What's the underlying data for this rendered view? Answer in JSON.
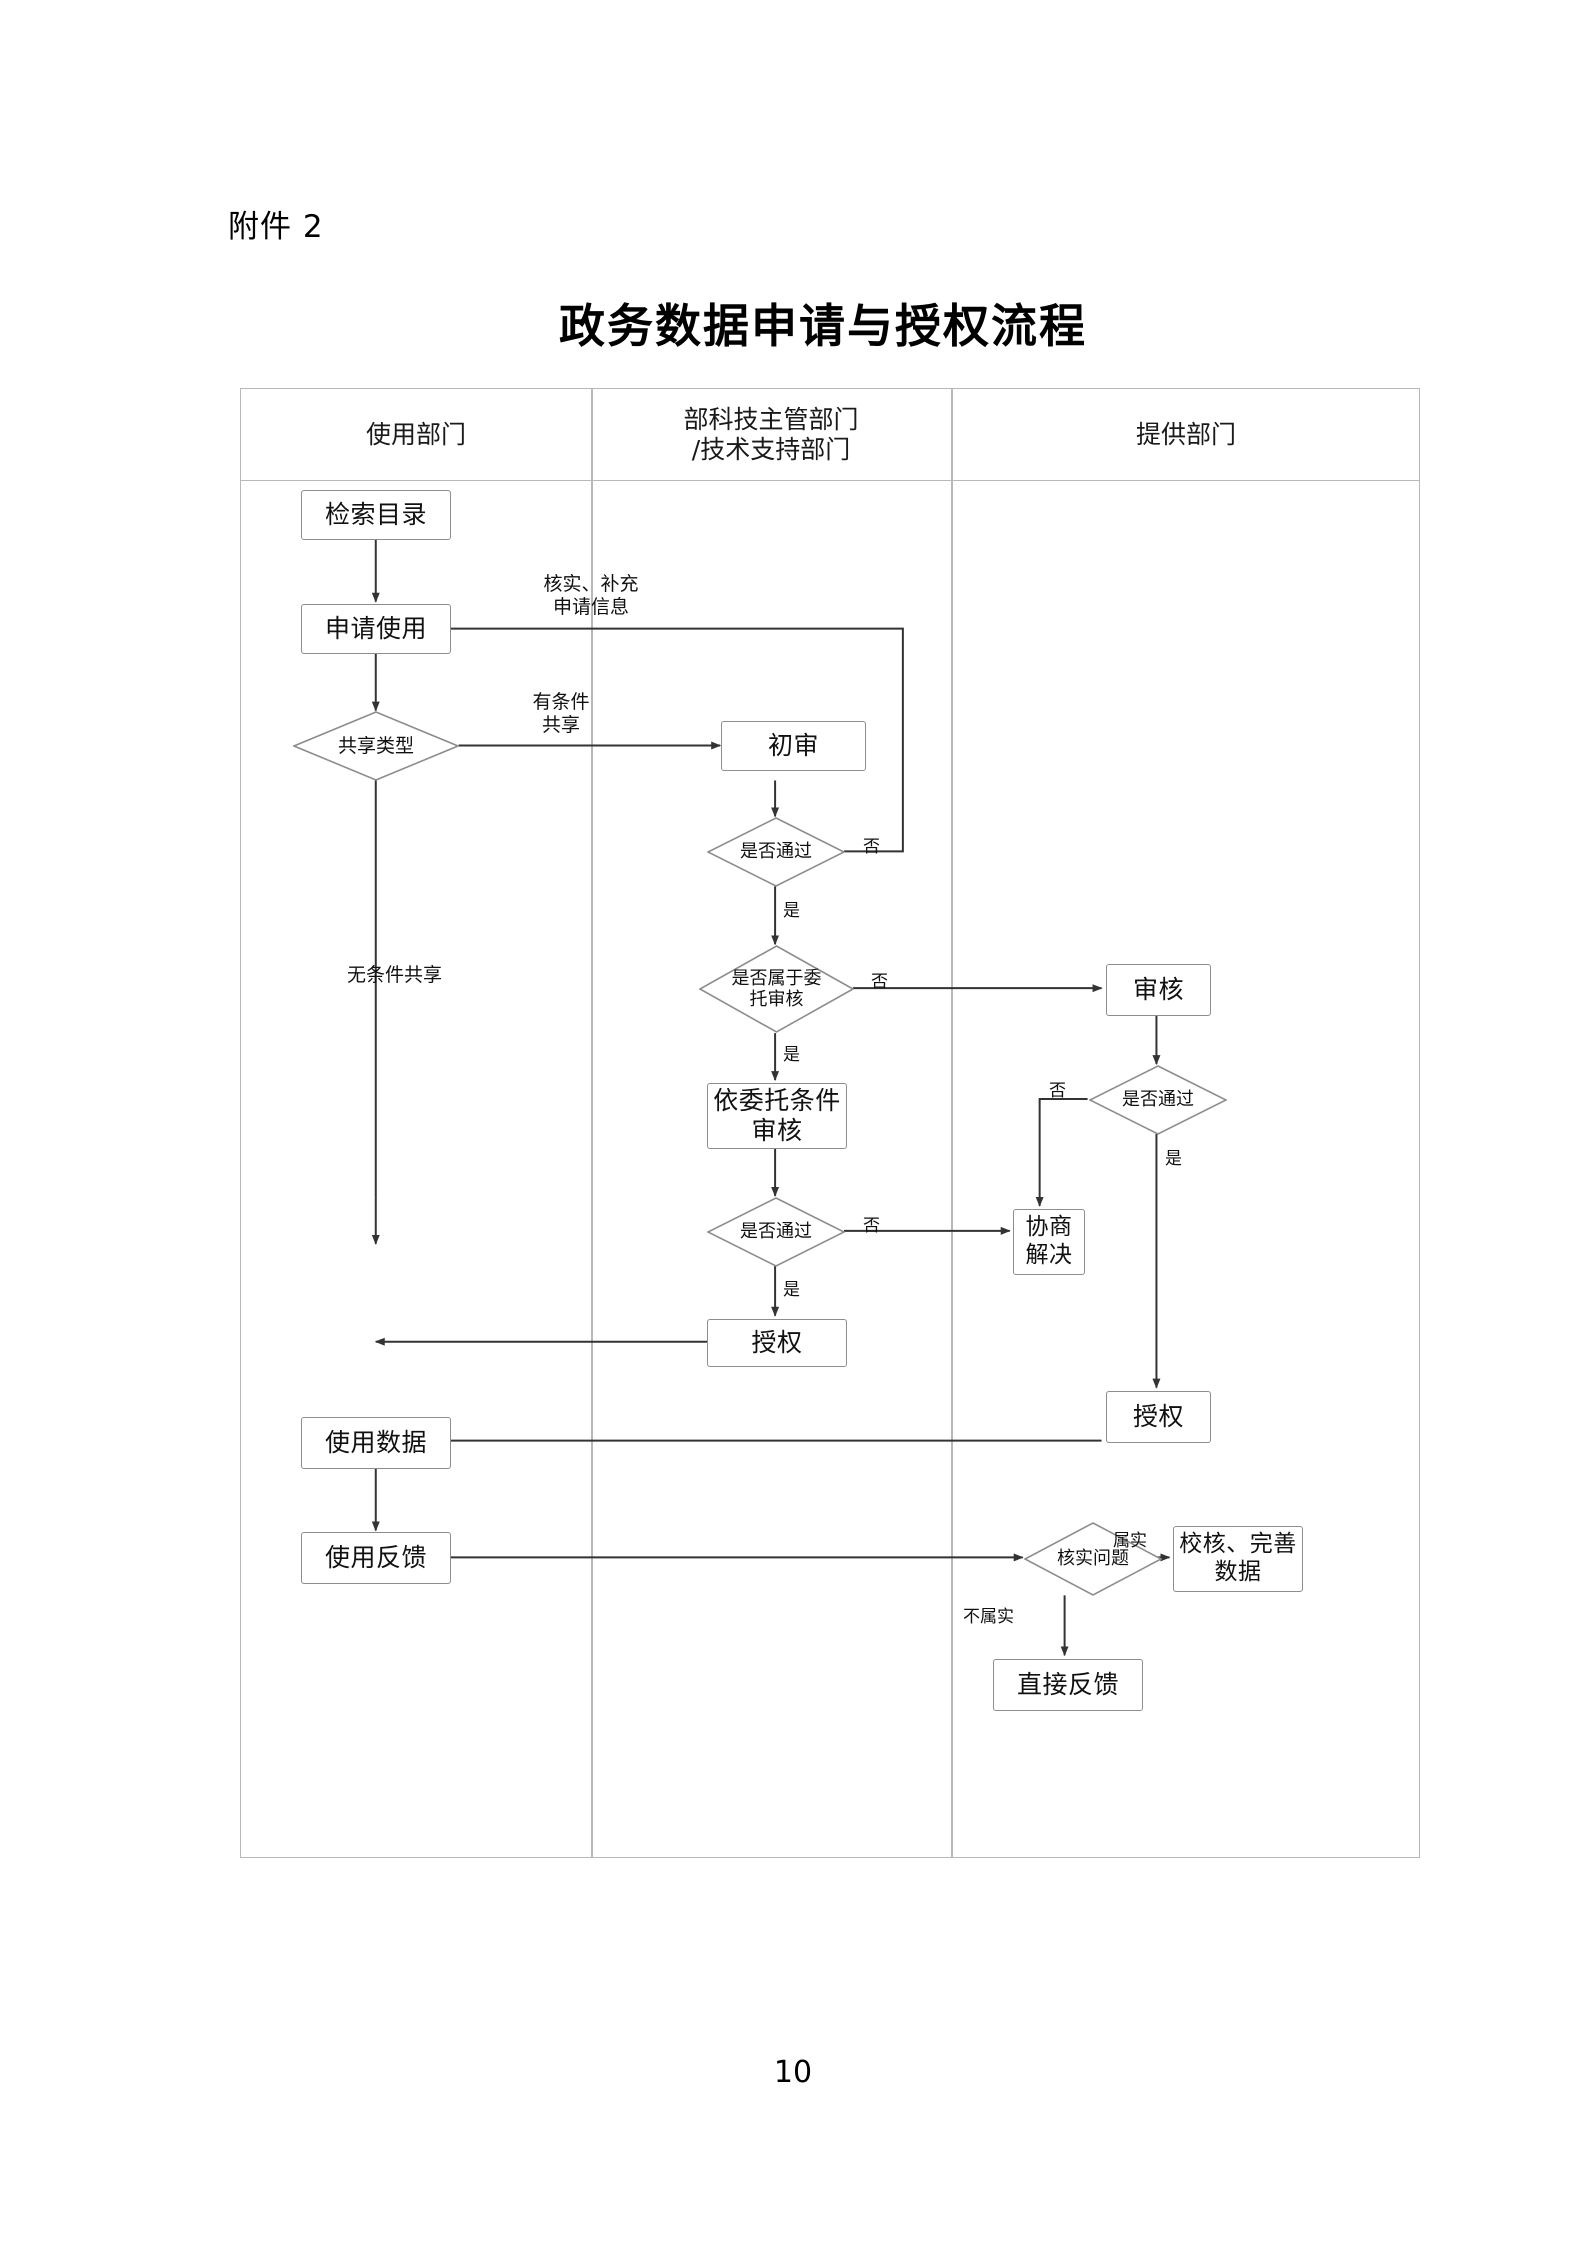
{
  "document": {
    "attachment_label": "附件 2",
    "title": "政务数据申请与授权流程",
    "page_number": "10"
  },
  "lanes": [
    {
      "id": "user-dept",
      "label": "使用部门"
    },
    {
      "id": "ministry-tech-dept",
      "label": "部科技主管部门\n/技术支持部门"
    },
    {
      "id": "provider-dept",
      "label": "提供部门"
    }
  ],
  "chart_data": {
    "type": "diagram",
    "title": "政务数据申请与授权流程",
    "lanes": [
      "使用部门",
      "部科技主管部门/技术支持部门",
      "提供部门"
    ],
    "nodes": [
      {
        "id": "n1",
        "lane": 0,
        "shape": "process",
        "label": "检索目录"
      },
      {
        "id": "n2",
        "lane": 0,
        "shape": "process",
        "label": "申请使用"
      },
      {
        "id": "n3",
        "lane": 0,
        "shape": "decision",
        "label": "共享类型"
      },
      {
        "id": "n4",
        "lane": 1,
        "shape": "process",
        "label": "初审"
      },
      {
        "id": "n5",
        "lane": 1,
        "shape": "decision",
        "label": "是否通过"
      },
      {
        "id": "n6",
        "lane": 1,
        "shape": "decision",
        "label": "是否属于委\n托审核"
      },
      {
        "id": "n7",
        "lane": 1,
        "shape": "process",
        "label": "依委托条件\n审核"
      },
      {
        "id": "n8",
        "lane": 1,
        "shape": "decision",
        "label": "是否通过"
      },
      {
        "id": "n9",
        "lane": 1,
        "shape": "process",
        "label": "授权"
      },
      {
        "id": "n10",
        "lane": 2,
        "shape": "process",
        "label": "审核"
      },
      {
        "id": "n11",
        "lane": 2,
        "shape": "decision",
        "label": "是否通过"
      },
      {
        "id": "n12",
        "lane": 2,
        "shape": "process",
        "label": "协商\n解决"
      },
      {
        "id": "n13",
        "lane": 2,
        "shape": "process",
        "label": "授权"
      },
      {
        "id": "n14",
        "lane": 0,
        "shape": "process",
        "label": "使用数据"
      },
      {
        "id": "n15",
        "lane": 0,
        "shape": "process",
        "label": "使用反馈"
      },
      {
        "id": "n16",
        "lane": 2,
        "shape": "decision",
        "label": "核实问题"
      },
      {
        "id": "n17",
        "lane": 2,
        "shape": "process",
        "label": "校核、完善\n数据"
      },
      {
        "id": "n18",
        "lane": 2,
        "shape": "process",
        "label": "直接反馈"
      }
    ],
    "edges": [
      {
        "from": "n1",
        "to": "n2",
        "label": ""
      },
      {
        "from": "n2",
        "to": "n3",
        "label": ""
      },
      {
        "from": "n3",
        "to": "n4",
        "label": "有条件\n共享"
      },
      {
        "from": "n3",
        "to": "n14",
        "label": "无条件共享"
      },
      {
        "from": "n4",
        "to": "n5",
        "label": ""
      },
      {
        "from": "n5",
        "to": "n2",
        "label": "否"
      },
      {
        "from": "n5",
        "to": "n6",
        "label": "是"
      },
      {
        "from": "n6",
        "to": "n10",
        "label": "否"
      },
      {
        "from": "n6",
        "to": "n7",
        "label": "是"
      },
      {
        "from": "n7",
        "to": "n8",
        "label": ""
      },
      {
        "from": "n8",
        "to": "n12",
        "label": "否"
      },
      {
        "from": "n8",
        "to": "n9",
        "label": "是"
      },
      {
        "from": "n9",
        "to": "n14",
        "label": ""
      },
      {
        "from": "n10",
        "to": "n11",
        "label": ""
      },
      {
        "from": "n11",
        "to": "n12",
        "label": "否"
      },
      {
        "from": "n11",
        "to": "n13",
        "label": "是"
      },
      {
        "from": "n13",
        "to": "n14",
        "label": ""
      },
      {
        "from": "n14",
        "to": "n15",
        "label": ""
      },
      {
        "from": "n15",
        "to": "n16",
        "label": ""
      },
      {
        "from": "n16",
        "to": "n17",
        "label": "属实"
      },
      {
        "from": "n16",
        "to": "n18",
        "label": "不属实"
      }
    ],
    "annotations": [
      {
        "id": "a1",
        "label": "核实、补充\n申请信息"
      }
    ]
  },
  "edge_labels": {
    "verify_supplement": "核实、补充\n申请信息",
    "conditional_share": "有条件\n共享",
    "unconditional_share": "无条件共享",
    "no_1": "否",
    "yes_1": "是",
    "no_2": "否",
    "yes_2": "是",
    "no_3": "否",
    "yes_3": "是",
    "no_4": "否",
    "yes_4": "是",
    "true_claim": "属实",
    "false_claim": "不属实"
  },
  "nodes": {
    "n1": "检索目录",
    "n2": "申请使用",
    "n3": "共享类型",
    "n4": "初审",
    "n5": "是否通过",
    "n6": "是否属于委\n托审核",
    "n7": "依委托条件\n审核",
    "n8": "是否通过",
    "n9": "授权",
    "n10": "审核",
    "n11": "是否通过",
    "n12": "协商\n解决",
    "n13": "授权",
    "n14": "使用数据",
    "n15": "使用反馈",
    "n16": "核实问题",
    "n17": "校核、完善\n数据",
    "n18": "直接反馈"
  }
}
